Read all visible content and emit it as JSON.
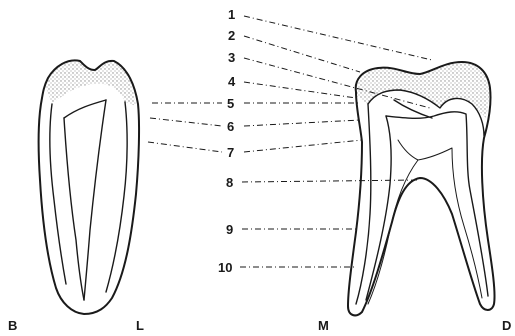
{
  "labels": {
    "numbers": [
      "1",
      "2",
      "3",
      "4",
      "5",
      "6",
      "7",
      "8",
      "9",
      "10"
    ],
    "orientation": {
      "b": "B",
      "l": "L",
      "m": "M",
      "d": "D"
    }
  },
  "colors": {
    "ink": "#1a1a1a",
    "enamel_stipple": "#8c8c8c",
    "background": "#ffffff"
  }
}
